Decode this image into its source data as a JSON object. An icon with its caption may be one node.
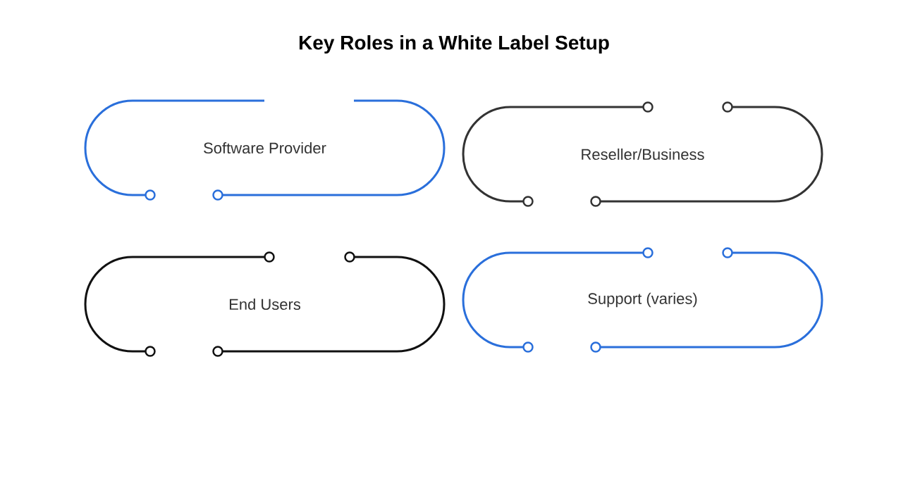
{
  "diagram": {
    "title": "Key Roles in a White Label Setup",
    "nodes": [
      {
        "text": [
          "Software Provider"
        ]
      },
      {
        "text": [
          "Reseller/Business"
        ]
      },
      {
        "text": [
          "End Users"
        ]
      },
      {
        "text": [
          "Support (varies)"
        ]
      }
    ]
  }
}
